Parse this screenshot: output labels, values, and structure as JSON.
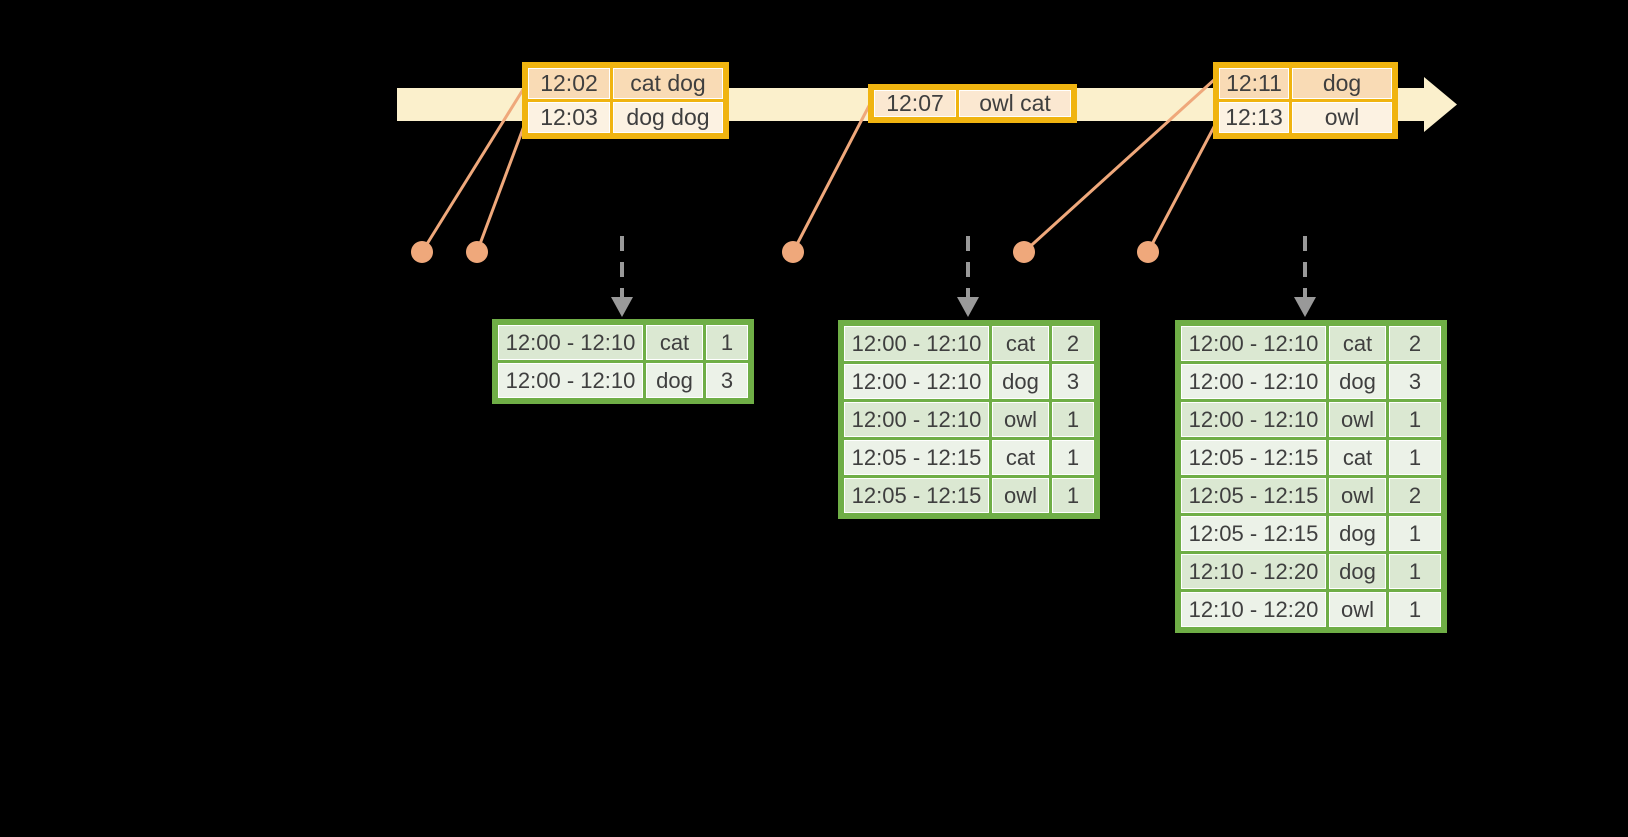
{
  "colors": {
    "background": "#000000",
    "timeline_fill": "#FBF0CC",
    "event_border": "#F0B410",
    "event_row_dark": "#F9DBB5",
    "event_row_light": "#FCF2E2",
    "event_row_mid": "#FBE8D1",
    "connector": "#EFA87B",
    "trigger_gray": "#999999",
    "result_border": "#6FAE46",
    "result_row_dark": "#DBE8D2",
    "result_row_light": "#ECF2E8",
    "text": "#3F3F3F"
  },
  "event_tables": [
    {
      "rows": [
        [
          "12:02",
          "cat dog"
        ],
        [
          "12:03",
          "dog dog"
        ]
      ]
    },
    {
      "rows": [
        [
          "12:07",
          "owl cat"
        ]
      ]
    },
    {
      "rows": [
        [
          "12:11",
          "dog"
        ],
        [
          "12:13",
          "owl"
        ]
      ]
    }
  ],
  "result_tables": [
    {
      "rows": [
        [
          "12:00 - 12:10",
          "cat",
          "1"
        ],
        [
          "12:00 - 12:10",
          "dog",
          "3"
        ]
      ]
    },
    {
      "rows": [
        [
          "12:00 - 12:10",
          "cat",
          "2"
        ],
        [
          "12:00 - 12:10",
          "dog",
          "3"
        ],
        [
          "12:00 - 12:10",
          "owl",
          "1"
        ],
        [
          "12:05 - 12:15",
          "cat",
          "1"
        ],
        [
          "12:05 - 12:15",
          "owl",
          "1"
        ]
      ]
    },
    {
      "rows": [
        [
          "12:00 - 12:10",
          "cat",
          "2"
        ],
        [
          "12:00 - 12:10",
          "dog",
          "3"
        ],
        [
          "12:00 - 12:10",
          "owl",
          "1"
        ],
        [
          "12:05 - 12:15",
          "cat",
          "1"
        ],
        [
          "12:05 - 12:15",
          "owl",
          "2"
        ],
        [
          "12:05 - 12:15",
          "dog",
          "1"
        ],
        [
          "12:10 - 12:20",
          "dog",
          "1"
        ],
        [
          "12:10 - 12:20",
          "owl",
          "1"
        ]
      ]
    }
  ]
}
